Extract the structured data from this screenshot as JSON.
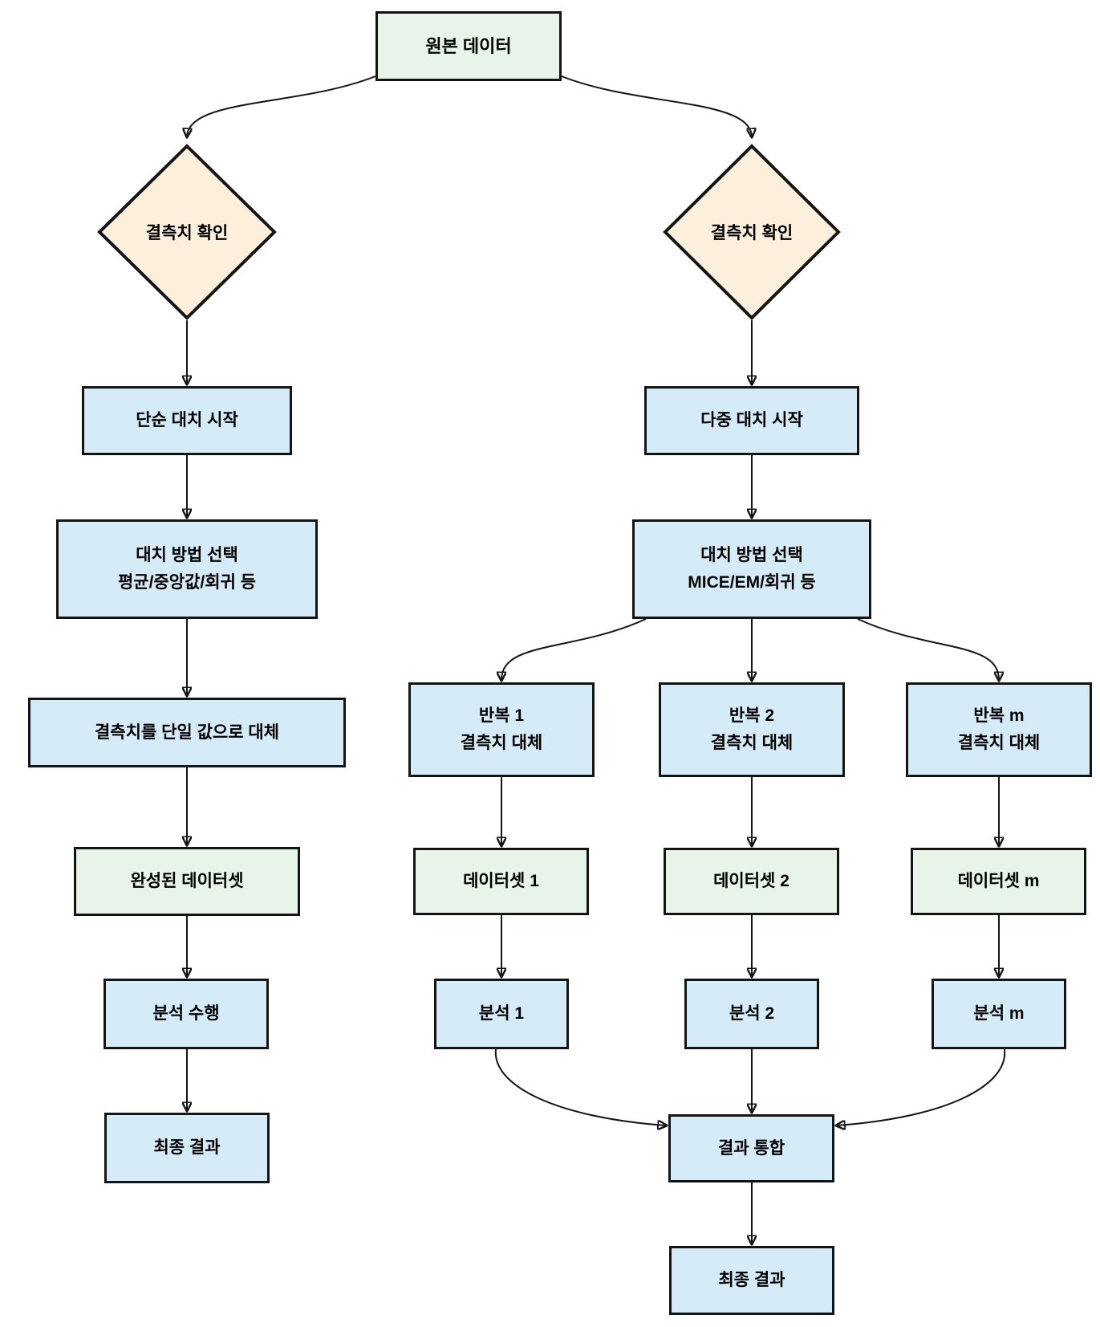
{
  "flowchart": {
    "root": {
      "label": "원본 데이터"
    },
    "decisions": {
      "left": {
        "label": "결측치 확인"
      },
      "right": {
        "label": "결측치 확인"
      }
    },
    "simple": {
      "start": "단순 대치 시작",
      "method": "대치 방법 선택\n평균/중앙값/회귀 등",
      "replace": "결측치를 단일 값으로 대체",
      "complete": "완성된 데이터셋",
      "analyze": "분석 수행",
      "final": "최종 결과"
    },
    "multiple": {
      "start": "다중 대치 시작",
      "method": "대치 방법 선택\nMICE/EM/회귀 등",
      "iterations": {
        "i1": "반복 1\n결측치 대체",
        "i2": "반복 2\n결측치 대체",
        "im": "반복 m\n결측치 대체"
      },
      "datasets": {
        "d1": "데이터셋 1",
        "d2": "데이터셋 2",
        "dm": "데이터셋 m"
      },
      "analyses": {
        "a1": "분석 1",
        "a2": "분석 2",
        "am": "분석 m"
      },
      "pool": "결과 통합",
      "final": "최종 결과"
    }
  },
  "colors": {
    "process_fill": "#d6ebf8",
    "data_fill": "#e8f3ea",
    "decision_fill": "#fcf0dc",
    "border": "#141414",
    "arrow": "#141414",
    "background": "#ffffff"
  }
}
